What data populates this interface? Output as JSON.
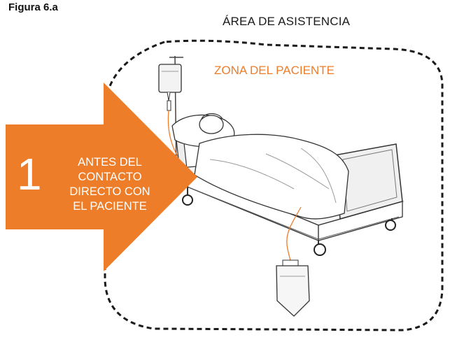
{
  "figure_label": "Figura 6.a",
  "care_area_label": "ÁREA DE ASISTENCIA",
  "patient_zone_label": "ZONA DEL PACIENTE",
  "moment": {
    "number": "1",
    "lines": [
      "ANTES DEL",
      "CONTACTO",
      "DIRECTO CON",
      "EL PACIENTE"
    ]
  },
  "colors": {
    "accent": "#ee7d2a",
    "outline": "#1a1a1a"
  },
  "icons": [
    "hospital-bed-icon",
    "patient-icon",
    "iv-bag-icon",
    "urine-bag-icon"
  ]
}
